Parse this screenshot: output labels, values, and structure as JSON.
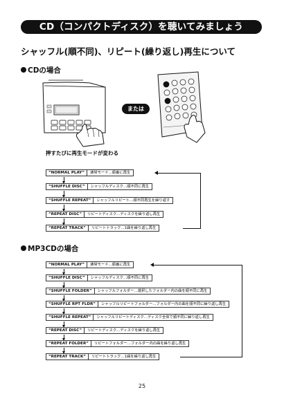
{
  "header": {
    "title": "CD（コンパクトディスク）を聴いてみましょう"
  },
  "section": {
    "title": "シャッフル(順不同)、リピート(繰り返し)再生について"
  },
  "cd": {
    "heading": "CDの場合",
    "or_label": "または",
    "caption": "押すたびに再生モードが変わる",
    "modes": [
      {
        "mode": "“NORMAL PLAY”",
        "desc": "通常モード…順番に再生"
      },
      {
        "mode": "“SHUFFLE DISC”",
        "desc": "シャッフルディスク…順不同に再生"
      },
      {
        "mode": "“SHUFFLE REPEAT”",
        "desc": "シャッフルリピート…順不同再生を繰り返す"
      },
      {
        "mode": "“REPEAT DISC”",
        "desc": "リピートディスク…ディスクを繰り返し再生"
      },
      {
        "mode": "“REPEAT TRACK”",
        "desc": "リピートトラック…1曲を繰り返し再生"
      }
    ]
  },
  "mp3": {
    "heading": "MP3CDの場合",
    "modes": [
      {
        "mode": "“NORMAL PLAY”",
        "desc": "通常モード…順番に再生"
      },
      {
        "mode": "“SHUFFLE DISC”",
        "desc": "シャッフルディスク…順不同に再生"
      },
      {
        "mode": "“SHUFFLE FOLDER”",
        "desc": "シャッフルフォルダー…選択したフォルダー内の曲を順不同に再生"
      },
      {
        "mode": "“SHUFFLE RPT FLDR”",
        "desc": "シャッフルリピートフォルダー…フォルダー内の曲を順不同に繰り返し再生"
      },
      {
        "mode": "“SHUFFLE REPEAT”",
        "desc": "シャッフルリピートディスク…ディスク全体で順不同に繰り返し再生"
      },
      {
        "mode": "“REPEAT DISC”",
        "desc": "リピートディスク…ディスクを繰り返し再生"
      },
      {
        "mode": "“REPEAT FOLDER”",
        "desc": "リピートフォルダー…フォルダー内の曲を繰り返し再生"
      },
      {
        "mode": "“REPEAT TRACK”",
        "desc": "リピートトラック…1曲を繰り返し再生"
      }
    ]
  },
  "page": {
    "number": "25"
  },
  "icons": {
    "player": "cd-player-panel-icon",
    "remote": "remote-control-icon",
    "hand": "pointing-hand-icon"
  }
}
